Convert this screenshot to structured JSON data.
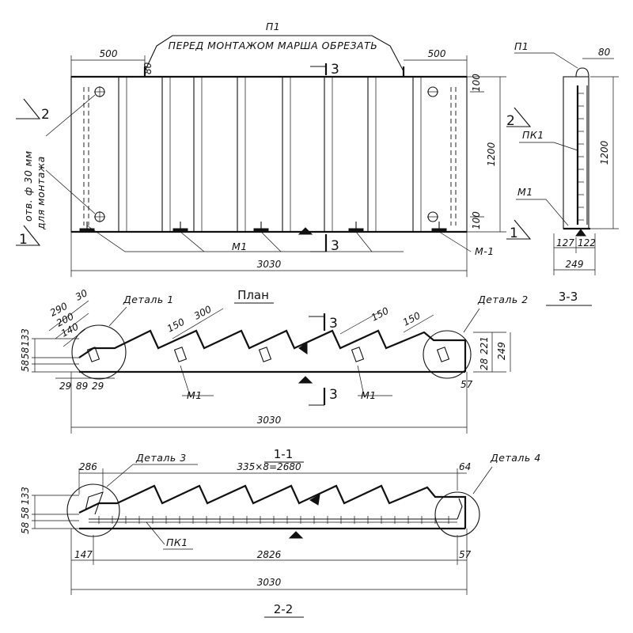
{
  "top_view": {
    "note_mark": "П1",
    "note": "ПЕРЕД МОНТАЖОМ МАРША ОБРЕЗАТЬ",
    "dim_left": "500",
    "dim_right": "500",
    "dim_80": "80",
    "dim_100_top": "100",
    "dim_100_bottom": "100",
    "dim_height": "1200",
    "dim_length": "3030",
    "hole_note_1": "отв. ф 30 мм",
    "hole_note_2": "для монтажа",
    "mark_m1": "М1",
    "mark_m1_right": "М-1",
    "cut_1": "1",
    "cut_2": "2",
    "cut_3": "3"
  },
  "section_33": {
    "title": "3-3",
    "mark_p1": "П1",
    "dim_80": "80",
    "mark_pk1": "ПК1",
    "mark_m1": "М1",
    "dim_height": "1200",
    "dim_127": "127",
    "dim_122": "122",
    "dim_249": "249",
    "cut_2": "2",
    "cut_1": "1"
  },
  "plan": {
    "title": "План",
    "detail_1": "Деталь 1",
    "detail_2": "Деталь 2",
    "dim_290": "290",
    "dim_30": "30",
    "dim_200": "200",
    "dim_140": "140",
    "dim_150a": "150",
    "dim_300": "300",
    "dim_150b": "150",
    "dim_150c": "150",
    "dim_58": "58",
    "dim_58b": "58",
    "dim_133": "133",
    "dim_29a": "29",
    "dim_89": "89",
    "dim_29b": "29",
    "dim_221": "221",
    "dim_28": "28",
    "dim_249": "249",
    "dim_57": "57",
    "dim_length": "3030",
    "mark_m1a": "М1",
    "mark_m1b": "М1",
    "cut_3": "3"
  },
  "section_11": {
    "title_top": "1-1",
    "title_bottom": "2-2",
    "detail_3": "Деталь 3",
    "detail_4": "Деталь 4",
    "dim_286": "286",
    "dim_steps": "335×8=2680",
    "dim_64": "64",
    "dim_58": "58",
    "dim_58b": "58",
    "dim_133": "133",
    "mark_pk1": "ПК1",
    "dim_147": "147",
    "dim_2826": "2826",
    "dim_57": "57",
    "dim_length": "3030"
  }
}
